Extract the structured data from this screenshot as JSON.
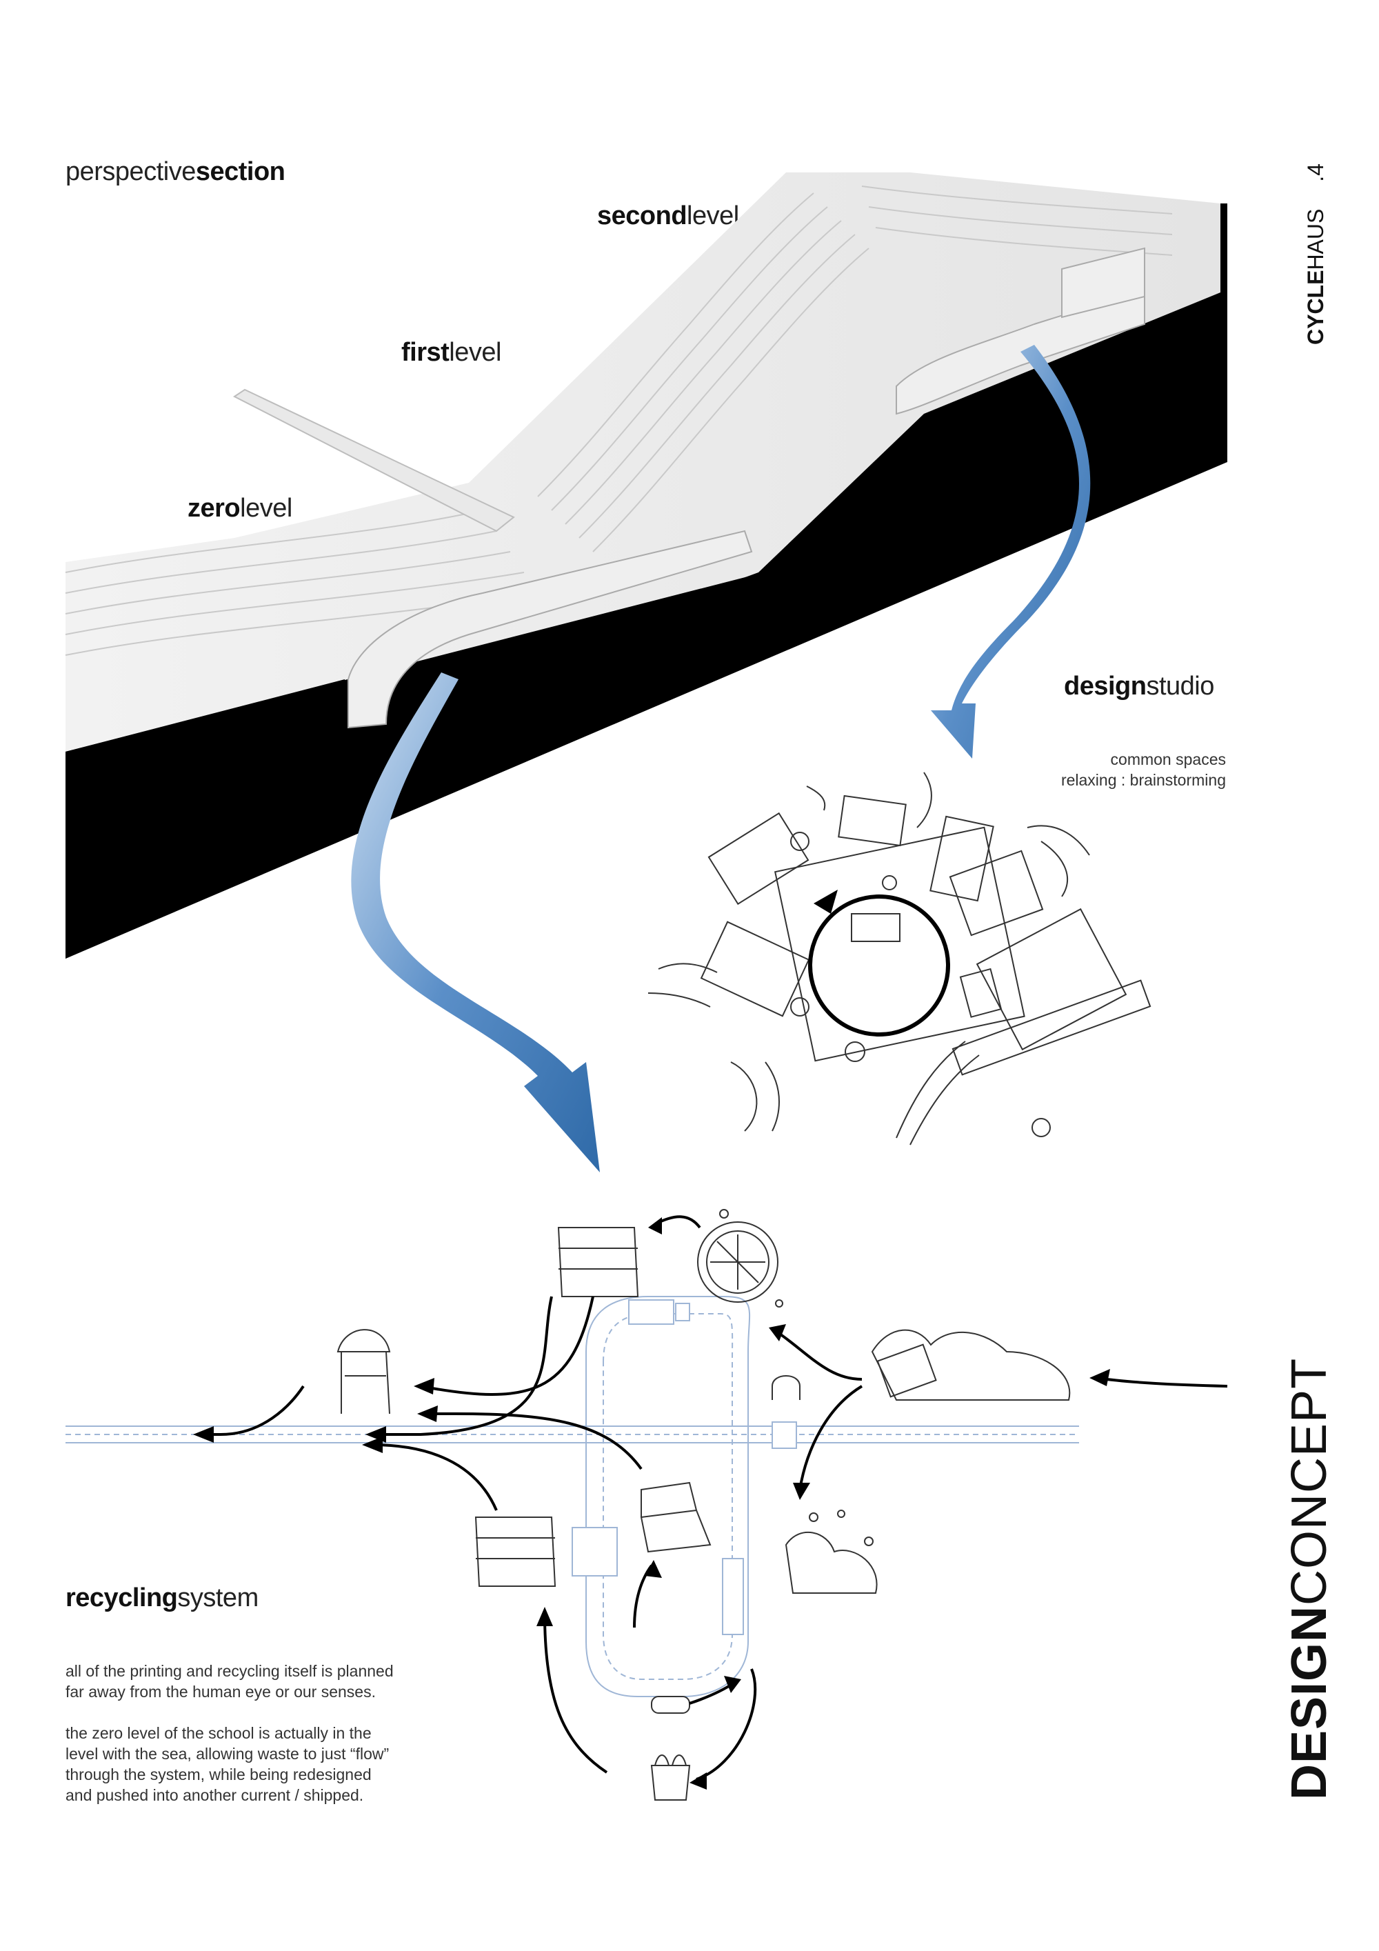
{
  "section_title": {
    "light": "perspective",
    "bold": "section"
  },
  "levels": {
    "second": {
      "bold": "second",
      "light": "level"
    },
    "first": {
      "bold": "first",
      "light": "level"
    },
    "zero": {
      "bold": "zero",
      "light": "level"
    }
  },
  "design_studio": {
    "title": {
      "bold": "design",
      "light": "studio"
    },
    "line1": "common spaces",
    "line2": "relaxing : brainstorming"
  },
  "recycling": {
    "title": {
      "bold": "recycling",
      "light": "system"
    },
    "para1_line1": "all of the printing and recycling itself is planned",
    "para1_line2": "far away from the human eye or our senses.",
    "para2_line1": "the zero level of the school is actually in the",
    "para2_line2": "level with the sea, allowing waste to just “flow”",
    "para2_line3": "through the system, while being redesigned",
    "para2_line4": "and pushed into another current / shipped."
  },
  "brand": {
    "bold": "CYCLE",
    "light": "HAUS",
    "number": ".4"
  },
  "side_title": {
    "bold": "DESIGN",
    "light": "CONCEPT"
  },
  "colors": {
    "accent_blue": "#5b8fc8",
    "ink": "#111111",
    "line": "#9fb6d6"
  }
}
